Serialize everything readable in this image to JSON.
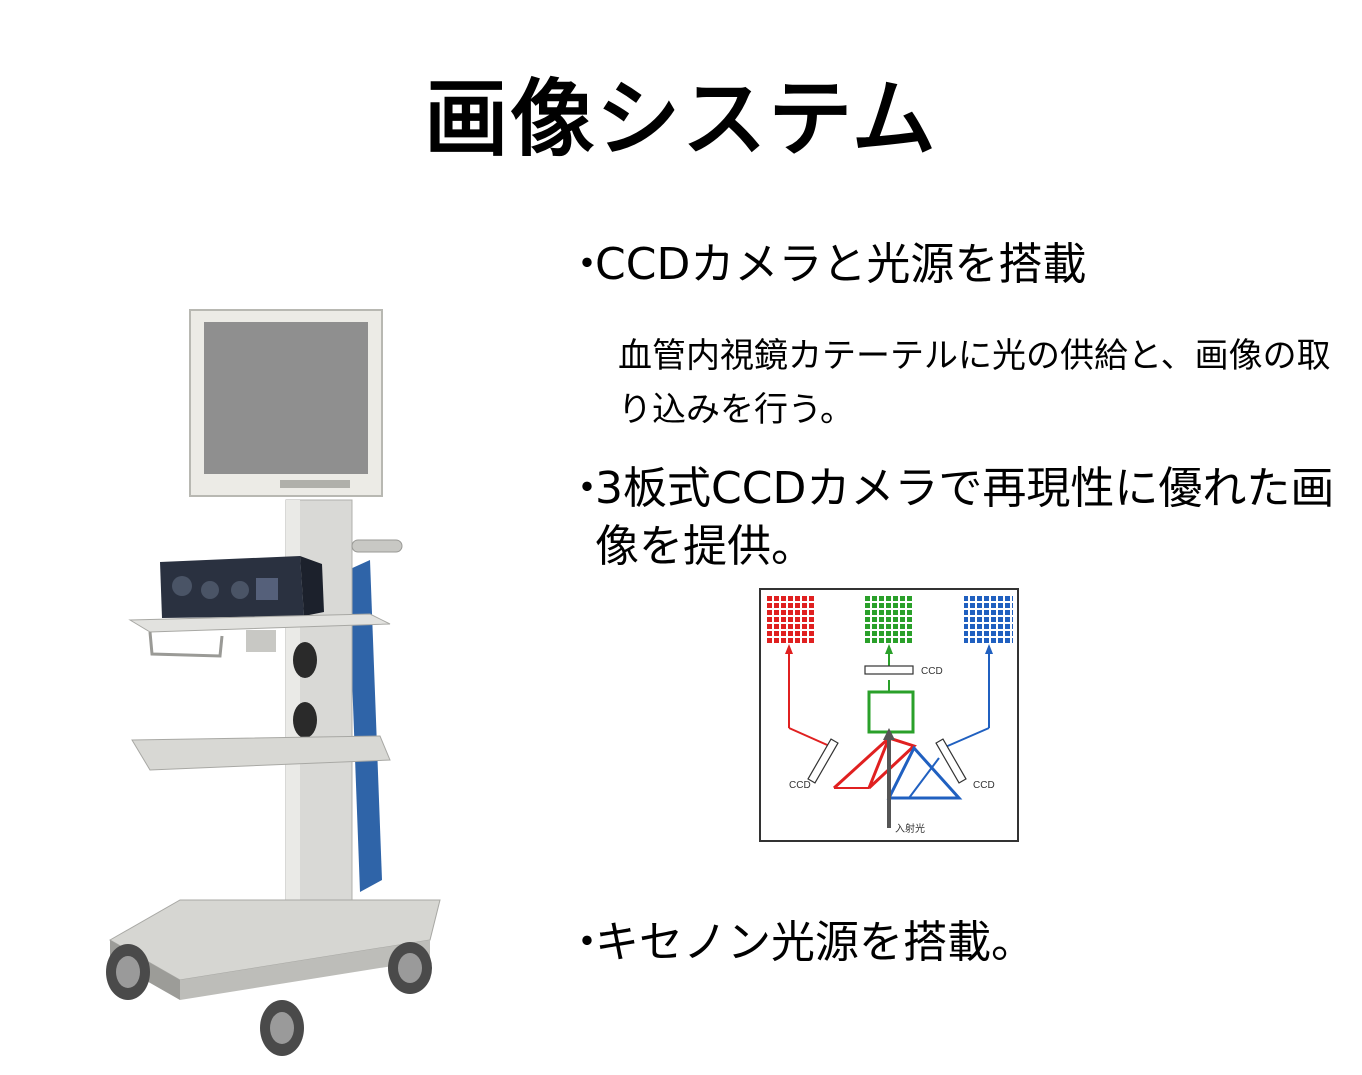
{
  "slide": {
    "title": "画像システム",
    "bullets": [
      {
        "mark": "・",
        "text": "CCDカメラと光源を搭載"
      },
      {
        "mark": "・",
        "text": "3板式CCDカメラで再現性に優れた画像を提供。"
      },
      {
        "mark": "・",
        "text": "キセノン光源を搭載。"
      }
    ],
    "sub_text": "血管内視鏡カテーテルに光の供給と、画像の取り込みを行う。",
    "diagram": {
      "ccd_label": "CCD",
      "incident_light_label": "入射光",
      "colors": {
        "red": "#e02020",
        "green": "#2aa02a",
        "blue": "#2060c0"
      }
    },
    "device_photo": "endoscope-system-cart"
  }
}
